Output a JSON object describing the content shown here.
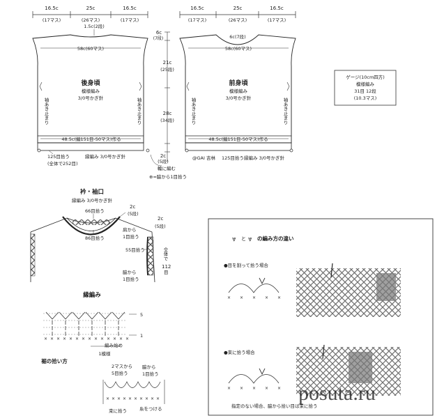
{
  "back": {
    "w_side_l": "16.5c",
    "m_side_l": "(17マス)",
    "w_center": "25c",
    "m_center": "(26マス)",
    "w_side_r": "16.5c",
    "m_side_r": "(17マス)",
    "neck_depth": "1.5c(2段)",
    "width_58": "58c(60マス)",
    "title": "後身頃",
    "pattern": "模様編み",
    "hook": "3/0号かぎ針",
    "armhole_left": "袖あき止まり",
    "armhole_right": "袖あき止まり",
    "hem": "48.5c(編151目-50マス)作る",
    "hem_pickup": "125目拾う",
    "hem_total": "(全体で252目)",
    "hem_border": "縁編み 3/0号かぎ針"
  },
  "vertical": {
    "a": "6c",
    "a_rows": "(7段)",
    "b": "21c",
    "b_rows": "(25段)",
    "c": "28c",
    "c_rows": "(34段)",
    "d": "2c",
    "d_rows": "(5段)",
    "loop": "輪に編む",
    "side_pick": "⊕=脇から1目拾う"
  },
  "front": {
    "w_side_l": "16.5c",
    "m_side_l": "(17マス)",
    "w_center": "25c",
    "m_center": "(26マス)",
    "w_side_r": "16.5c",
    "m_side_r": "(17マス)",
    "neck_depth": "6c(7段)",
    "width_58": "58c(60マス)",
    "title": "前身頃",
    "pattern": "模様編み",
    "hook": "3/0号かぎ針",
    "armhole_left": "袖あき止まり",
    "armhole_right": "袖あき止まり",
    "hem": "48.5c(編151目-50マス)作る",
    "hem_pickup": "125目拾う",
    "hem_border": "縁編み 3/0号かぎ針",
    "watermark": "@GAI 吉林"
  },
  "gauge": {
    "l1": "ゲージ(10cm四方)",
    "l2": "模様編み",
    "l3": "31目  12段",
    "l4": "(10.3マス)"
  },
  "collar": {
    "title": "衿・袖口",
    "subtitle": "縁編み 3/0号かぎ針",
    "p66": "66目拾う",
    "p86": "86目拾う",
    "c2a": "2c",
    "c2a_rows": "(5段)",
    "c2b": "2c",
    "c2b_rows": "(5段)",
    "shoulder1": "肩から",
    "shoulder2": "1目拾う",
    "p55": "55目拾う",
    "total_label": "全体で",
    "total_num": "112",
    "total_unit": "目",
    "side1": "脇から",
    "side2": "1目拾う"
  },
  "edge": {
    "title": "縁編み",
    "row5": "5",
    "row1": "1",
    "start": "編み始め",
    "repeat": "1模様"
  },
  "hempick": {
    "title": "裾の拾い方",
    "l1": "2マスから",
    "l2": "5目拾う",
    "s1": "脇から",
    "s2": "1目拾う",
    "b1": "束に拾う",
    "b2": "糸をつける"
  },
  "inset": {
    "title_and": "と",
    "title_rest": "の編み方の違い",
    "case1": "●目を割って拾う場合",
    "case2": "●束に拾う場合",
    "footer": "指定のない場合、脇から拾い目は束に拾う"
  },
  "watermark": "posuta.ru"
}
